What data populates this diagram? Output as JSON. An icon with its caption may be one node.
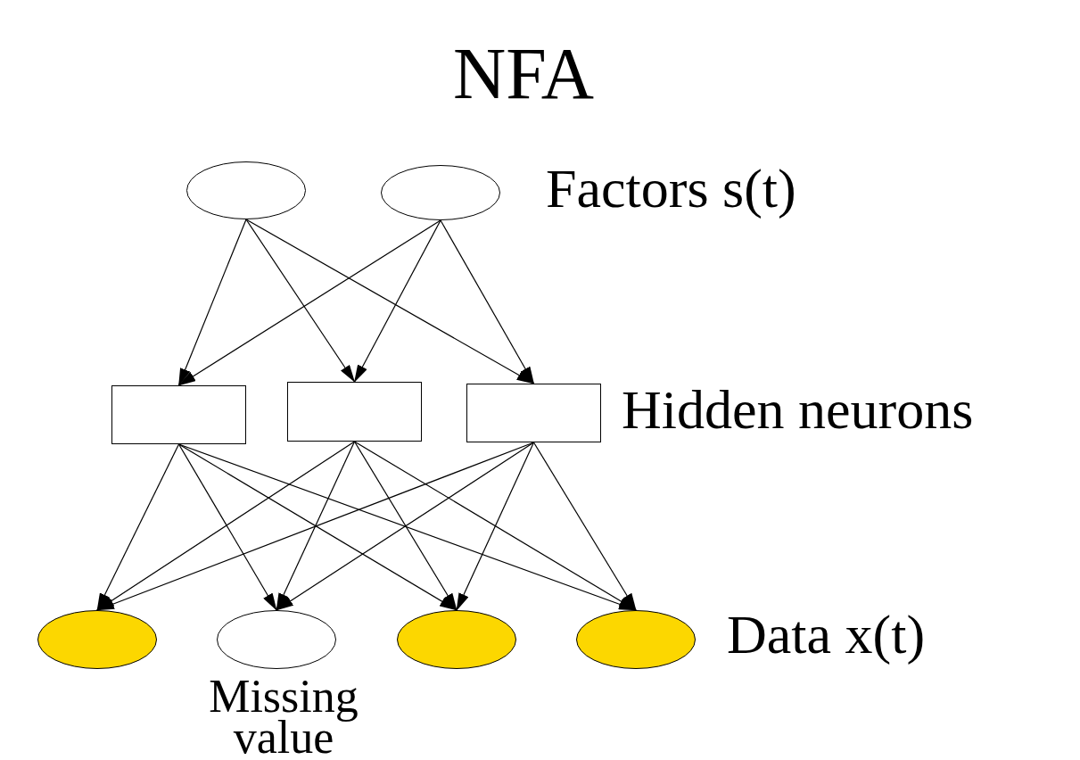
{
  "diagram": {
    "title": "NFA",
    "nodes": [
      {
        "text": [],
        "shape": "ellipse"
      },
      {
        "text": [],
        "shape": "ellipse"
      },
      {
        "text": [],
        "shape": "box"
      },
      {
        "text": [],
        "shape": "box"
      },
      {
        "text": [],
        "shape": "box"
      },
      {
        "text": [],
        "shape": "ellipse"
      },
      {
        "text": [],
        "shape": "ellipse",
        "beside": [
          "Missing value"
        ]
      },
      {
        "text": [],
        "shape": "ellipse"
      },
      {
        "text": [],
        "shape": "ellipse"
      }
    ],
    "edges": [
      {
        "from": 0,
        "to": 2,
        "arrow": "to"
      },
      {
        "from": 0,
        "to": 3,
        "arrow": "to"
      },
      {
        "from": 0,
        "to": 4,
        "arrow": "to"
      },
      {
        "from": 1,
        "to": 2,
        "arrow": "to"
      },
      {
        "from": 1,
        "to": 3,
        "arrow": "to"
      },
      {
        "from": 1,
        "to": 4,
        "arrow": "to"
      },
      {
        "from": 2,
        "to": 5,
        "arrow": "to"
      },
      {
        "from": 2,
        "to": 6,
        "arrow": "to"
      },
      {
        "from": 2,
        "to": 7,
        "arrow": "to"
      },
      {
        "from": 2,
        "to": 8,
        "arrow": "to"
      },
      {
        "from": 3,
        "to": 5,
        "arrow": "to"
      },
      {
        "from": 3,
        "to": 6,
        "arrow": "to"
      },
      {
        "from": 3,
        "to": 7,
        "arrow": "to"
      },
      {
        "from": 3,
        "to": 8,
        "arrow": "to"
      },
      {
        "from": 4,
        "to": 5,
        "arrow": "to"
      },
      {
        "from": 4,
        "to": 6,
        "arrow": "to"
      },
      {
        "from": 4,
        "to": 7,
        "arrow": "to"
      },
      {
        "from": 4,
        "to": 8,
        "arrow": "to"
      }
    ],
    "labels": [
      "Factors s(t)",
      "Hidden neurons",
      "Data x(t)"
    ]
  }
}
